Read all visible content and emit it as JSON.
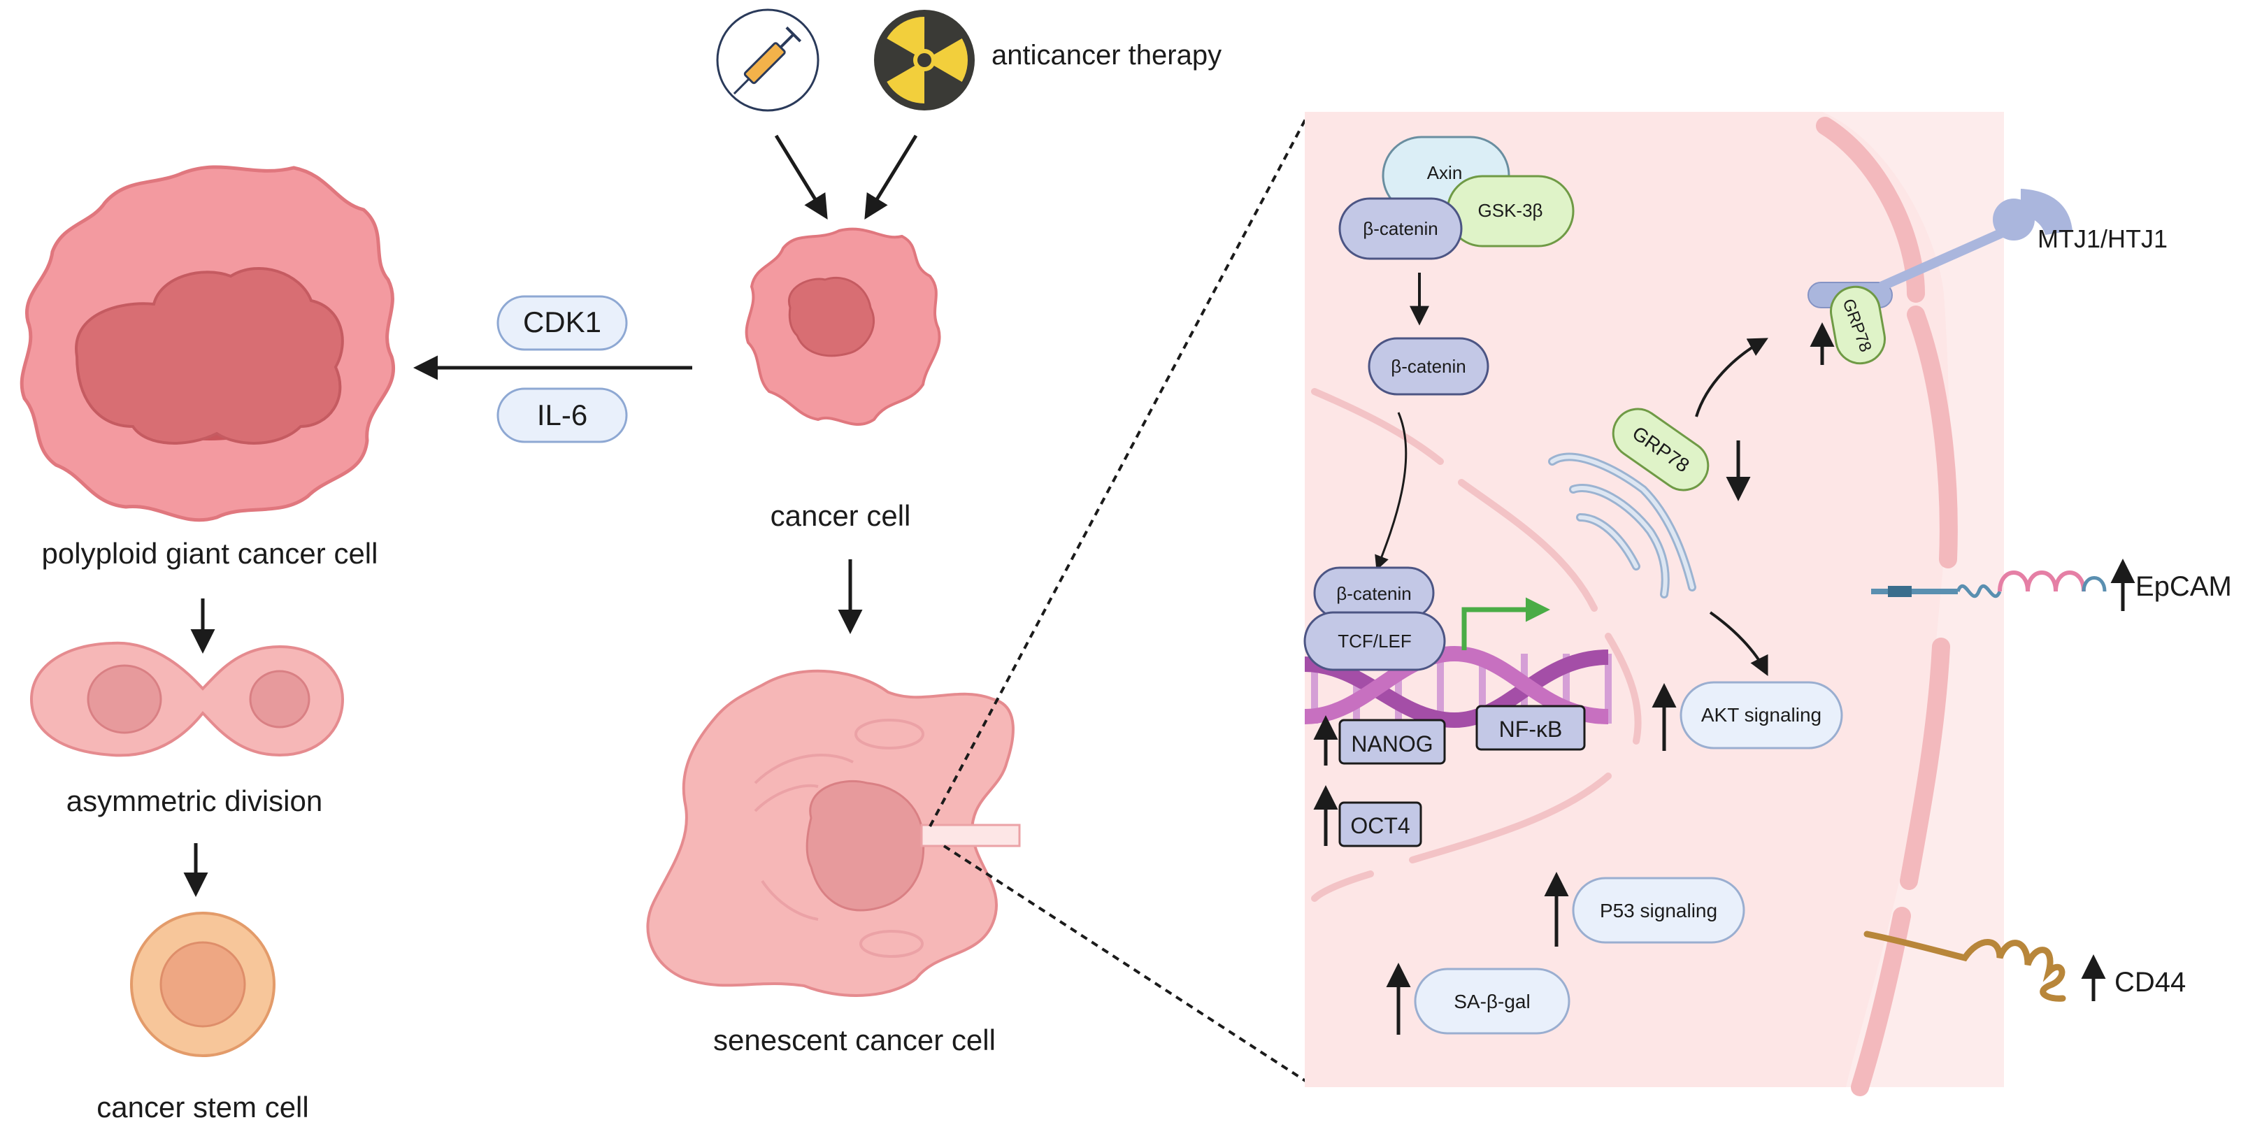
{
  "left": {
    "anticancer_therapy": "anticancer therapy",
    "cancer_cell": "cancer cell",
    "polyploid_giant_cancer_cell": "polyploid giant cancer cell",
    "asymmetric_division": "asymmetric division",
    "cancer_stem_cell": "cancer stem cell",
    "senescent_cancer_cell": "senescent cancer cell",
    "factors": [
      "CDK1",
      "IL-6"
    ]
  },
  "zoom": {
    "axin": "Axin",
    "gsk3b": "GSK-3β",
    "bcat_complex": "β-catenin",
    "bcat_free": "β-catenin",
    "bcat_nuclear": "β-catenin",
    "tcf_lef": "TCF/LEF",
    "nanog": "NANOG",
    "oct4": "OCT4",
    "nfkb": "NF-κB",
    "grp78_er": "GRP78",
    "grp78_membrane": "GRP78",
    "mtj1": "MTJ1/HTJ1",
    "akt": "AKT signaling",
    "p53": "P53 signaling",
    "sa_bgal": "SA-β-gal",
    "epcam": "EpCAM",
    "cd44": "CD44"
  },
  "colors": {
    "cancer_cell": "#f39aa0",
    "cancer_nucleus": "#d86e73",
    "senescent_cell": "#f6b7b7",
    "stem_cell": "#f7c69a",
    "zoom_bg": "#fde6e6",
    "pill_blue": "#e9f0fb",
    "pill_purple": "#c3c8e6",
    "pill_green": "#dff3c8",
    "arrow_green": "#4aac46"
  }
}
